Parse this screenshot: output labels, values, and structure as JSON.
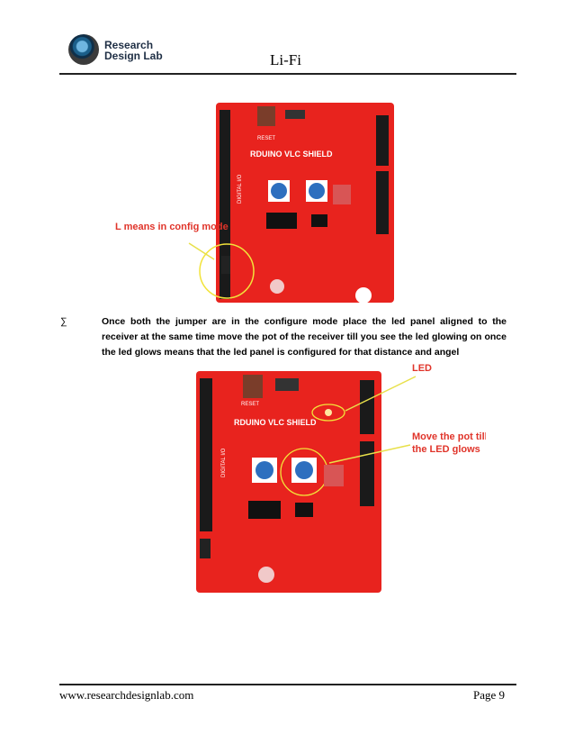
{
  "header": {
    "logo_line1": "Research",
    "logo_line2": "Design Lab",
    "title": "Li-Fi"
  },
  "figure1": {
    "annotation": "L means in config mode",
    "board_label": "RDUINO VLC SHIELD",
    "reset_label": "RESET",
    "digital_label": "DIGITAL I/O"
  },
  "bullet": {
    "symbol": "∑",
    "text": "Once both the jumper are in the configure mode place the led panel aligned to the receiver at the same time move the pot of the receiver till you see the led glowing on once the led glows means that the led panel is configured for that distance and angel"
  },
  "figure2": {
    "annotation_led": "LED",
    "annotation_pot_line1": "Move the pot till",
    "annotation_pot_line2": "the LED glows",
    "board_label": "RDUINO VLC SHIELD",
    "reset_label": "RESET",
    "digital_label": "DIGITAL I/O"
  },
  "footer": {
    "website": "www.researchdesignlab.com",
    "page": "Page 9"
  },
  "colors": {
    "board_red": "#e8231e",
    "annotation_red": "#e0342a",
    "highlight_yellow": "#f2e33a",
    "arrow_yellow": "#e8e04a"
  }
}
